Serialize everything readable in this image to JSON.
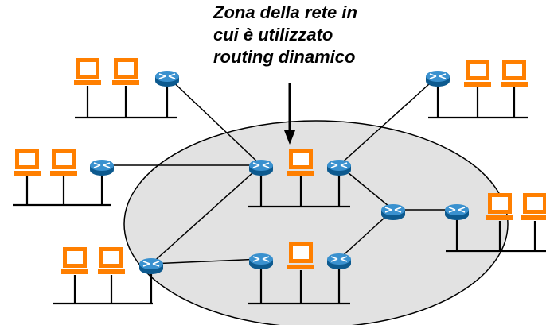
{
  "caption": {
    "lines": [
      "Zona della rete in",
      "cui è utilizzato",
      "routing dinamico"
    ]
  },
  "colors": {
    "zone_fill": "#e2e2e2",
    "zone_stroke": "#000000",
    "router_fill": "#1f78b4",
    "computer_fill": "#ff7f00",
    "link": "#000000"
  },
  "icons": {
    "router": "router-icon",
    "computer": "computer-icon"
  }
}
